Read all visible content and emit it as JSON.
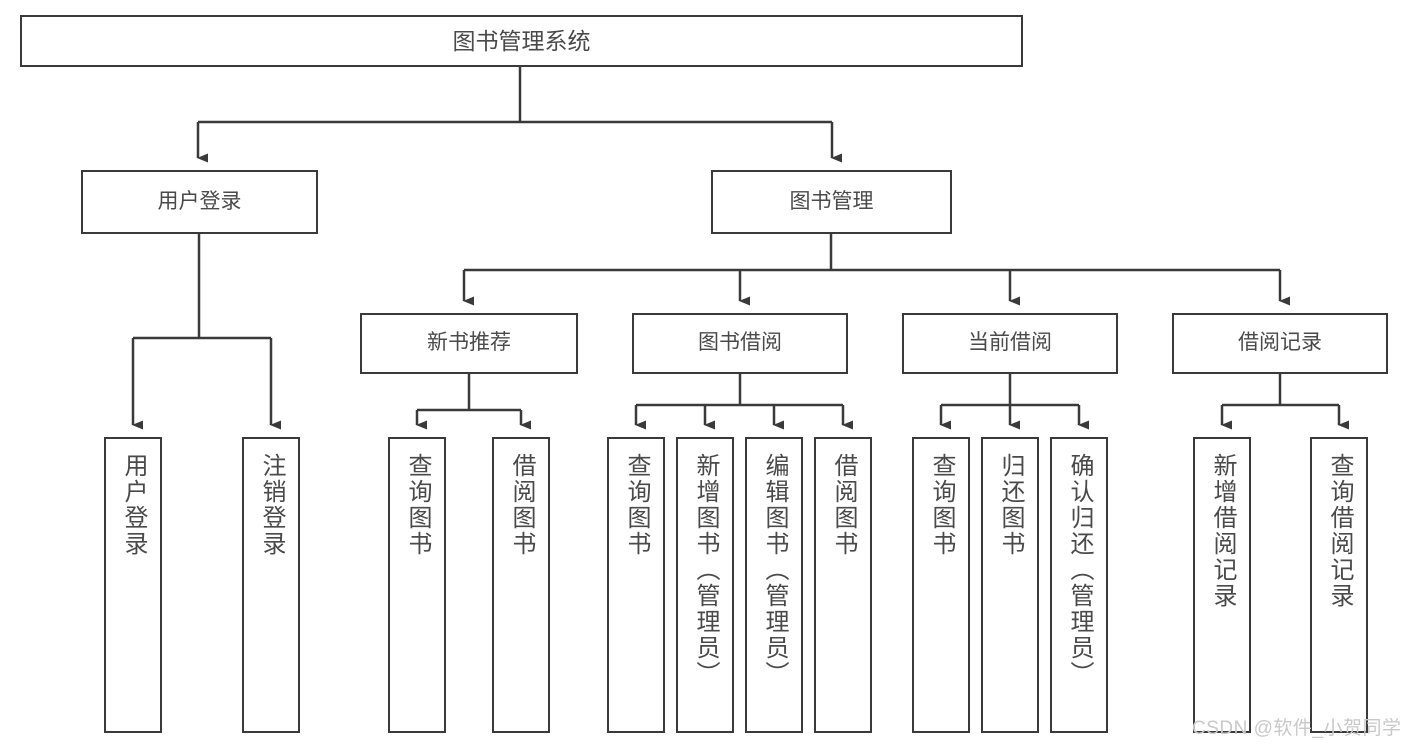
{
  "diagram": {
    "title": "图书管理系统",
    "watermark": "CSDN @软件_小贺同学",
    "stroke_color": "#3a3a3a",
    "text_color": "#4a4a4a",
    "background_color": "#ffffff",
    "type": "tree-hierarchy-diagram"
  },
  "nodes": {
    "root": {
      "label": "图书管理系统"
    },
    "level1": [
      {
        "id": "user-login",
        "label": "用户登录"
      },
      {
        "id": "book-manage",
        "label": "图书管理"
      }
    ],
    "level2": [
      {
        "id": "new-book-rec",
        "label": "新书推荐"
      },
      {
        "id": "book-borrow",
        "label": "图书借阅"
      },
      {
        "id": "current-borrow",
        "label": "当前借阅"
      },
      {
        "id": "borrow-record",
        "label": "借阅记录"
      }
    ],
    "leaves": [
      {
        "id": "leaf-user-login",
        "label": "用户登录",
        "parent": "user-login"
      },
      {
        "id": "leaf-user-logout",
        "label": "注销登录",
        "parent": "user-login"
      },
      {
        "id": "leaf-query-book-1",
        "label": "查询图书",
        "parent": "new-book-rec"
      },
      {
        "id": "leaf-borrow-book-1",
        "label": "借阅图书",
        "parent": "new-book-rec"
      },
      {
        "id": "leaf-query-book-2",
        "label": "查询图书",
        "parent": "book-borrow"
      },
      {
        "id": "leaf-add-book",
        "label": "新增图书（管理员）",
        "parent": "book-borrow"
      },
      {
        "id": "leaf-edit-book",
        "label": "编辑图书（管理员）",
        "parent": "book-borrow"
      },
      {
        "id": "leaf-borrow-book-2",
        "label": "借阅图书",
        "parent": "book-borrow"
      },
      {
        "id": "leaf-query-book-3",
        "label": "查询图书",
        "parent": "current-borrow"
      },
      {
        "id": "leaf-return-book",
        "label": "归还图书",
        "parent": "current-borrow"
      },
      {
        "id": "leaf-confirm-return",
        "label": "确认归还（管理员）",
        "parent": "current-borrow"
      },
      {
        "id": "leaf-add-record",
        "label": "新增借阅记录",
        "parent": "borrow-record"
      },
      {
        "id": "leaf-query-record",
        "label": "查询借阅记录",
        "parent": "borrow-record"
      }
    ]
  }
}
